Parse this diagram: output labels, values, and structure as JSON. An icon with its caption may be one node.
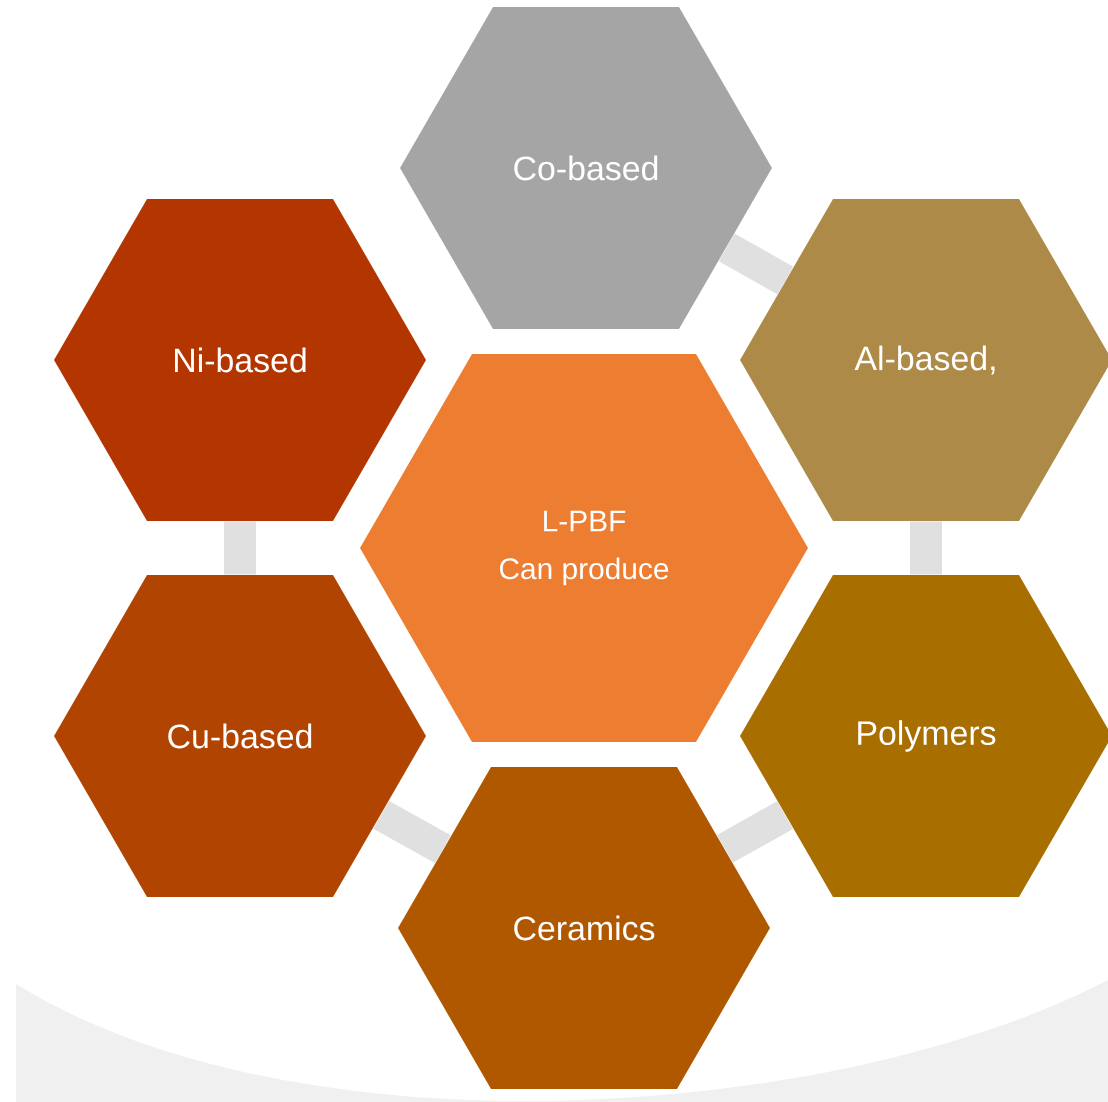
{
  "diagram": {
    "nodes": [
      {
        "text": [
          "Co-based"
        ]
      },
      {
        "text": [
          "Ni-based"
        ]
      },
      {
        "text": [
          "Al-based,"
        ]
      },
      {
        "text": [
          "L-PBF",
          "Can produce"
        ]
      },
      {
        "text": [
          "Cu-based"
        ]
      },
      {
        "text": [
          "Polymers"
        ]
      },
      {
        "text": [
          "Ceramics"
        ]
      }
    ],
    "edges": [
      {
        "from": 0,
        "to": 2,
        "arrow": "none"
      },
      {
        "from": 2,
        "to": 5,
        "arrow": "none"
      },
      {
        "from": 5,
        "to": 6,
        "arrow": "none"
      },
      {
        "from": 6,
        "to": 4,
        "arrow": "none"
      },
      {
        "from": 4,
        "to": 1,
        "arrow": "none"
      }
    ]
  }
}
